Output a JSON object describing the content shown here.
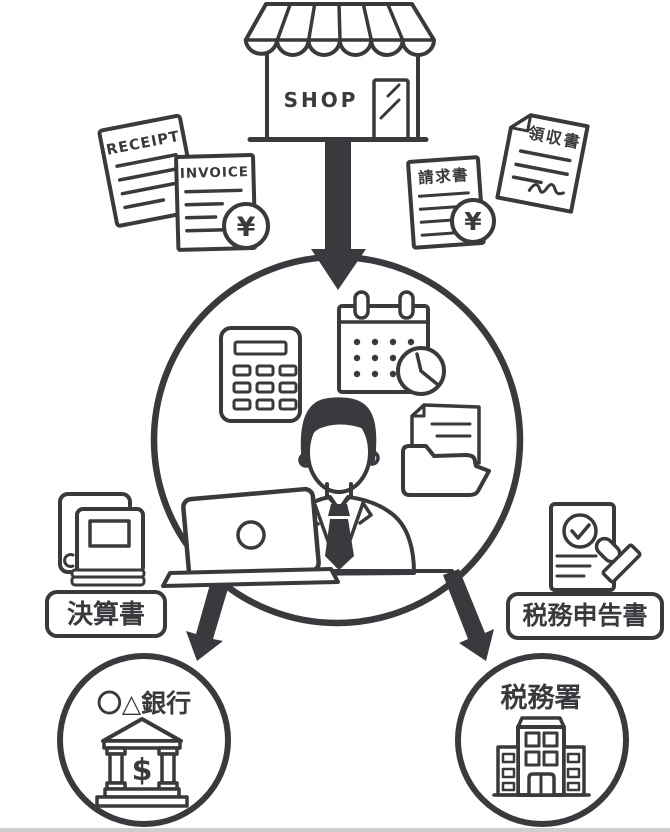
{
  "illustration": {
    "shop": {
      "sign_label": "SHOP"
    },
    "incoming_documents": {
      "left": {
        "receipt_label": "RECEIPT",
        "invoice_label": "INVOICE",
        "invoice_currency_symbol": "¥"
      },
      "right": {
        "invoice_jp_label": "請求書",
        "invoice_jp_currency_symbol": "¥",
        "receipt_jp_label": "領収書"
      }
    },
    "outputs": {
      "financial_statements_label": "決算書",
      "tax_return_label": "税務申告書"
    },
    "destinations": {
      "bank_name": "〇△銀行",
      "bank_currency_symbol": "$",
      "tax_office_name": "税務署"
    },
    "colors": {
      "ink": "#3a393d",
      "background": "#ffffff",
      "footer_strip": "#bdbdbd"
    }
  }
}
